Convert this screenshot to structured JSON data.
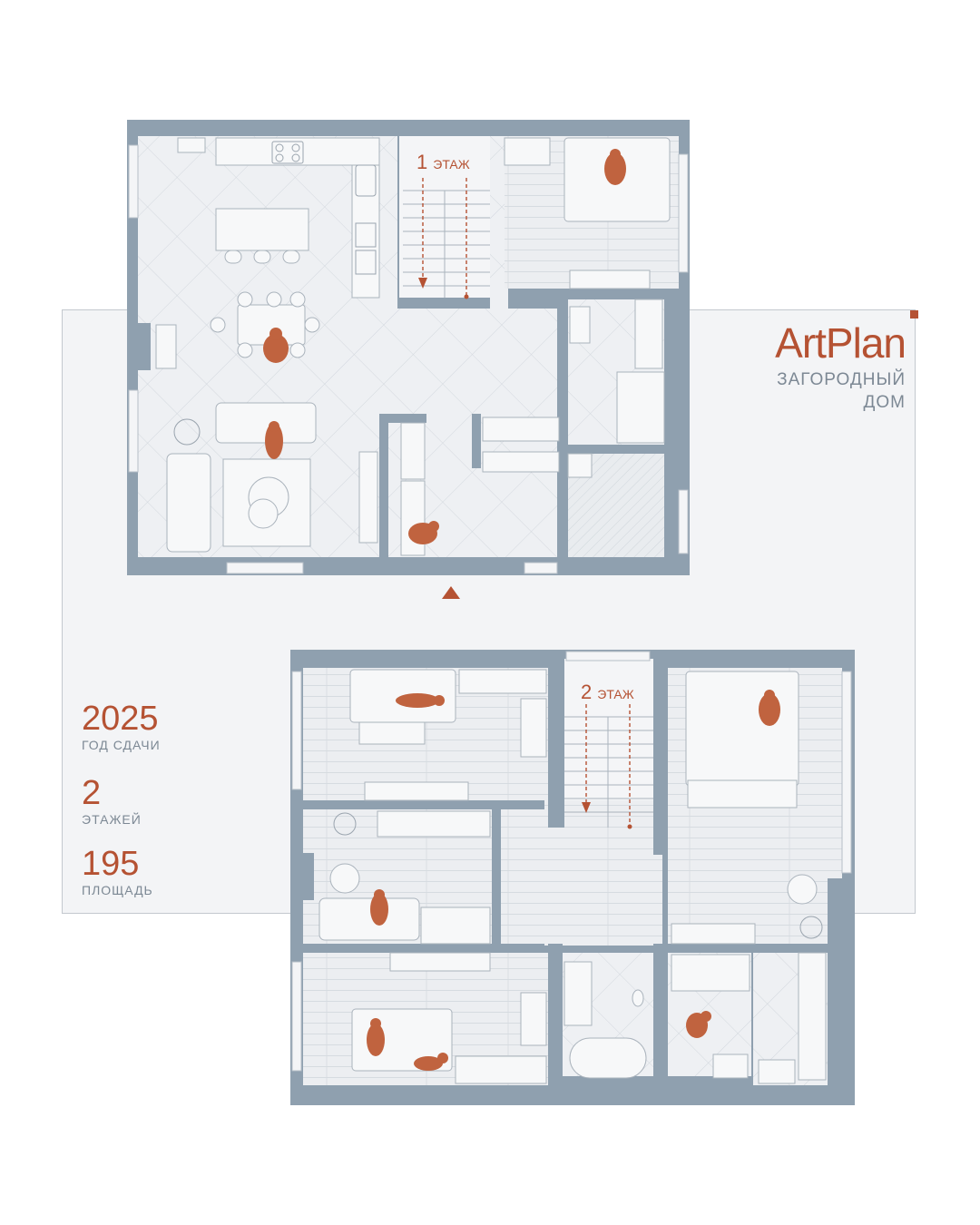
{
  "brand": {
    "name": "ArtPlan",
    "subtitle_line1": "ЗАГОРОДНЫЙ",
    "subtitle_line2": "ДОМ",
    "accent_color": "#b55233",
    "wall_color": "#8fa0af"
  },
  "floors": [
    {
      "number": "1",
      "label": "ЭТАЖ"
    },
    {
      "number": "2",
      "label": "ЭТАЖ"
    }
  ],
  "stats": [
    {
      "value": "2025",
      "label": "ГОД СДАЧИ"
    },
    {
      "value": "2",
      "label": "ЭТАЖЕЙ"
    },
    {
      "value": "195",
      "label": "ПЛОЩАДЬ"
    }
  ],
  "icons": [
    "entrance-arrow-icon",
    "stair-arrow-icon",
    "person-icon",
    "plant-icon",
    "bed-icon",
    "sofa-icon",
    "dining-table-icon",
    "bathtub-icon",
    "sink-icon",
    "toilet-icon"
  ]
}
